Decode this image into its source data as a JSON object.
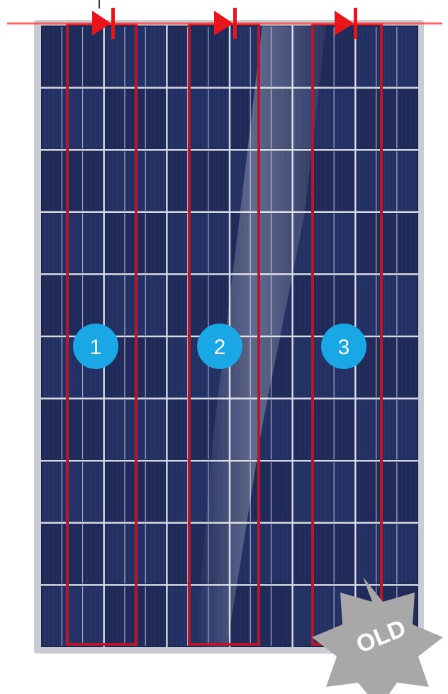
{
  "diagram": {
    "colors": {
      "background": "#ffffff",
      "frame": "#c9ccd3",
      "cell_dark": "#1c2650",
      "cell_mid": "#2a3565",
      "grid_line": "#d6dae6",
      "string_outline": "#b3192a",
      "bus_line": "#ff4d4d",
      "diode": "#e8161b",
      "marker": "#1aa7e6",
      "badge": "#a8a8a8"
    },
    "panel": {
      "columns": 6,
      "rows": 10
    },
    "strings": [
      {
        "label": "1"
      },
      {
        "label": "2"
      },
      {
        "label": "3"
      }
    ],
    "bypass_diode_count": 3,
    "badge": {
      "text": "OLD"
    }
  }
}
